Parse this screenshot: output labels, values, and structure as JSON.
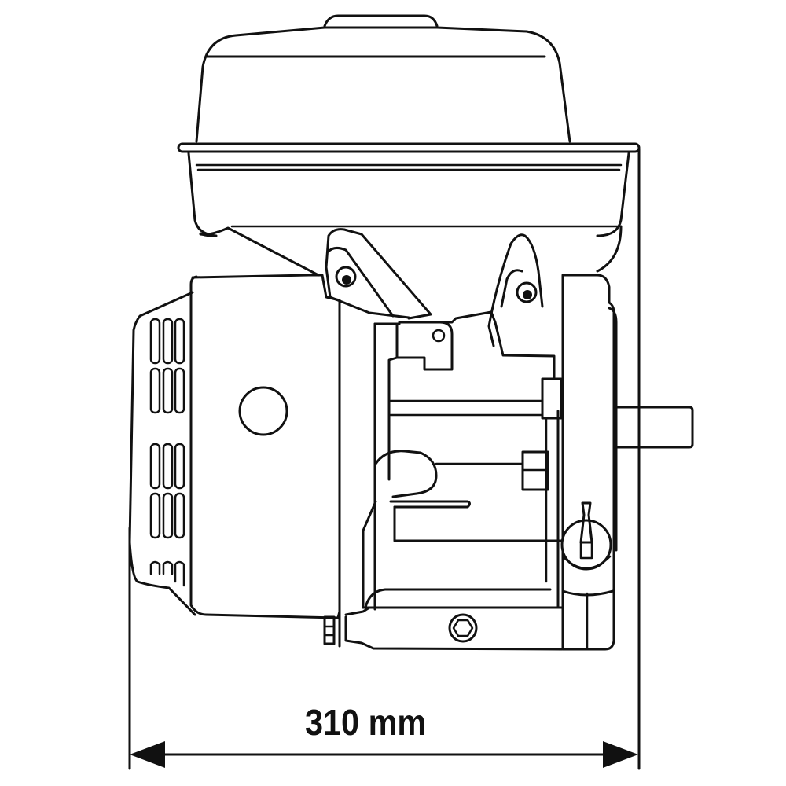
{
  "figure": {
    "type": "technical-line-drawing",
    "subject": "engine side view",
    "colors": {
      "line": "#111111",
      "background": "#ffffff"
    }
  },
  "dimension": {
    "label": "310 mm",
    "value": 310,
    "unit": "mm",
    "orientation": "horizontal"
  }
}
